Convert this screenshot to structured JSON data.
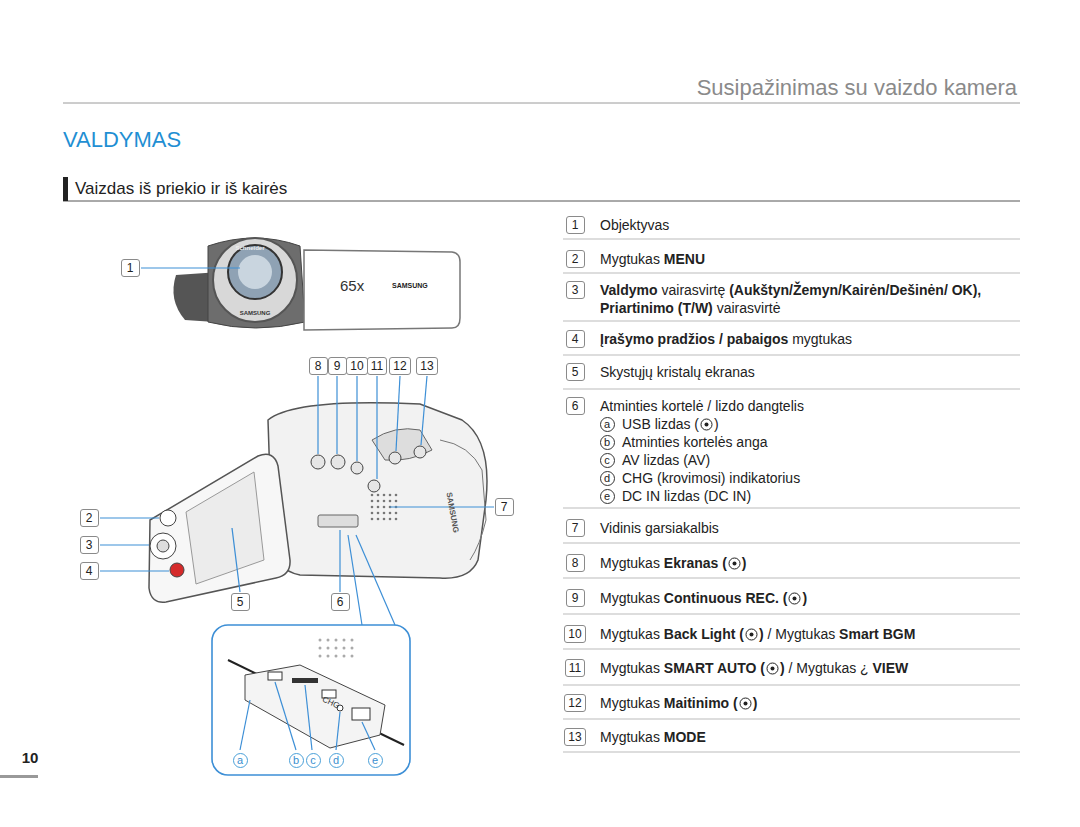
{
  "diagram": {
    "title": "VALDYMAS",
    "nodes": [
      {
        "text": [
          "1"
        ]
      },
      {
        "text": [
          "8"
        ]
      },
      {
        "text": [
          "9"
        ]
      },
      {
        "text": [
          "10"
        ]
      },
      {
        "text": [
          "11"
        ]
      },
      {
        "text": [
          "12"
        ]
      },
      {
        "text": [
          "13"
        ]
      },
      {
        "text": [
          "7"
        ]
      },
      {
        "text": [
          "2"
        ]
      },
      {
        "text": [
          "3"
        ]
      },
      {
        "text": [
          "4"
        ]
      },
      {
        "text": [
          "5"
        ]
      },
      {
        "text": [
          "6"
        ]
      },
      {
        "text": [
          "a"
        ]
      },
      {
        "text": [
          "b"
        ]
      },
      {
        "text": [
          "c"
        ]
      },
      {
        "text": [
          "d"
        ]
      },
      {
        "text": [
          "e"
        ]
      },
      {
        "text": [
          "1"
        ]
      },
      {
        "text": [
          "2"
        ]
      },
      {
        "text": [
          "3"
        ]
      },
      {
        "text": [
          "4"
        ]
      },
      {
        "text": [
          "5"
        ]
      },
      {
        "text": [
          "6"
        ]
      },
      {
        "text": [
          "a"
        ]
      },
      {
        "text": [
          "b"
        ]
      },
      {
        "text": [
          "c"
        ]
      },
      {
        "text": [
          "d"
        ]
      },
      {
        "text": [
          "e"
        ]
      },
      {
        "text": [
          "7"
        ]
      },
      {
        "text": [
          "8"
        ]
      },
      {
        "text": [
          "9"
        ]
      },
      {
        "text": [
          "10"
        ]
      },
      {
        "text": [
          "11"
        ]
      },
      {
        "text": [
          "12"
        ]
      },
      {
        "text": [
          "13"
        ]
      }
    ],
    "labels": [
      "Susipažinimas su vaizdo kamera",
      "Vaizdas iš priekio ir iš kairės",
      "Objektyvas",
      "Mygtukas",
      "MENU",
      "Valdymo",
      "vairasvirtę",
      "(Aukštyn/Žemyn/Kairėn/Dešinėn/ OK), Priartinimo (T/W)",
      "vairasvirtė",
      "Įrašymo pradžios / pabaigos",
      "mygtukas",
      "Skystųjų kristalų ekranas",
      "Atminties kortelė / lizdo dangtelis",
      "USB lizdas ( )",
      "Atminties kortelės anga",
      "AV lizdas (AV)",
      "CHG (krovimosi) indikatorius",
      "DC IN lizdas (DC IN)",
      "Vidinis garsiakalbis",
      "Mygtukas",
      "Ekranas ( )",
      "Mygtukas",
      "Continuous REC. ( )",
      "Mygtukas",
      "Back Light ( )",
      "/ Mygtukas",
      "Smart BGM",
      "Mygtukas",
      "SMART AUTO ( )",
      "/ Mygtukas ¿",
      "VIEW",
      "Mygtukas",
      "Maitinimo ( )",
      "Mygtukas",
      "MODE",
      "10",
      "65x",
      "SAMSUNG",
      "SAMSUNG",
      "SAMSUNG",
      "CHG",
      "Schneider"
    ]
  }
}
